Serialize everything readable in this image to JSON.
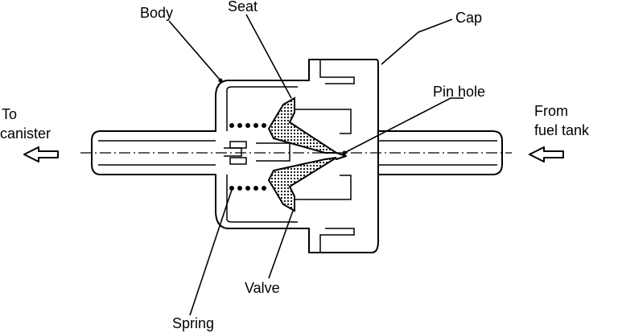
{
  "labels": {
    "body": "Body",
    "seat": "Seat",
    "cap": "Cap",
    "pin_hole": "Pin hole",
    "to_line1": "To",
    "to_line2": "canister",
    "from_line1": "From",
    "from_line2": "fuel tank",
    "valve": "Valve",
    "spring": "Spring"
  }
}
